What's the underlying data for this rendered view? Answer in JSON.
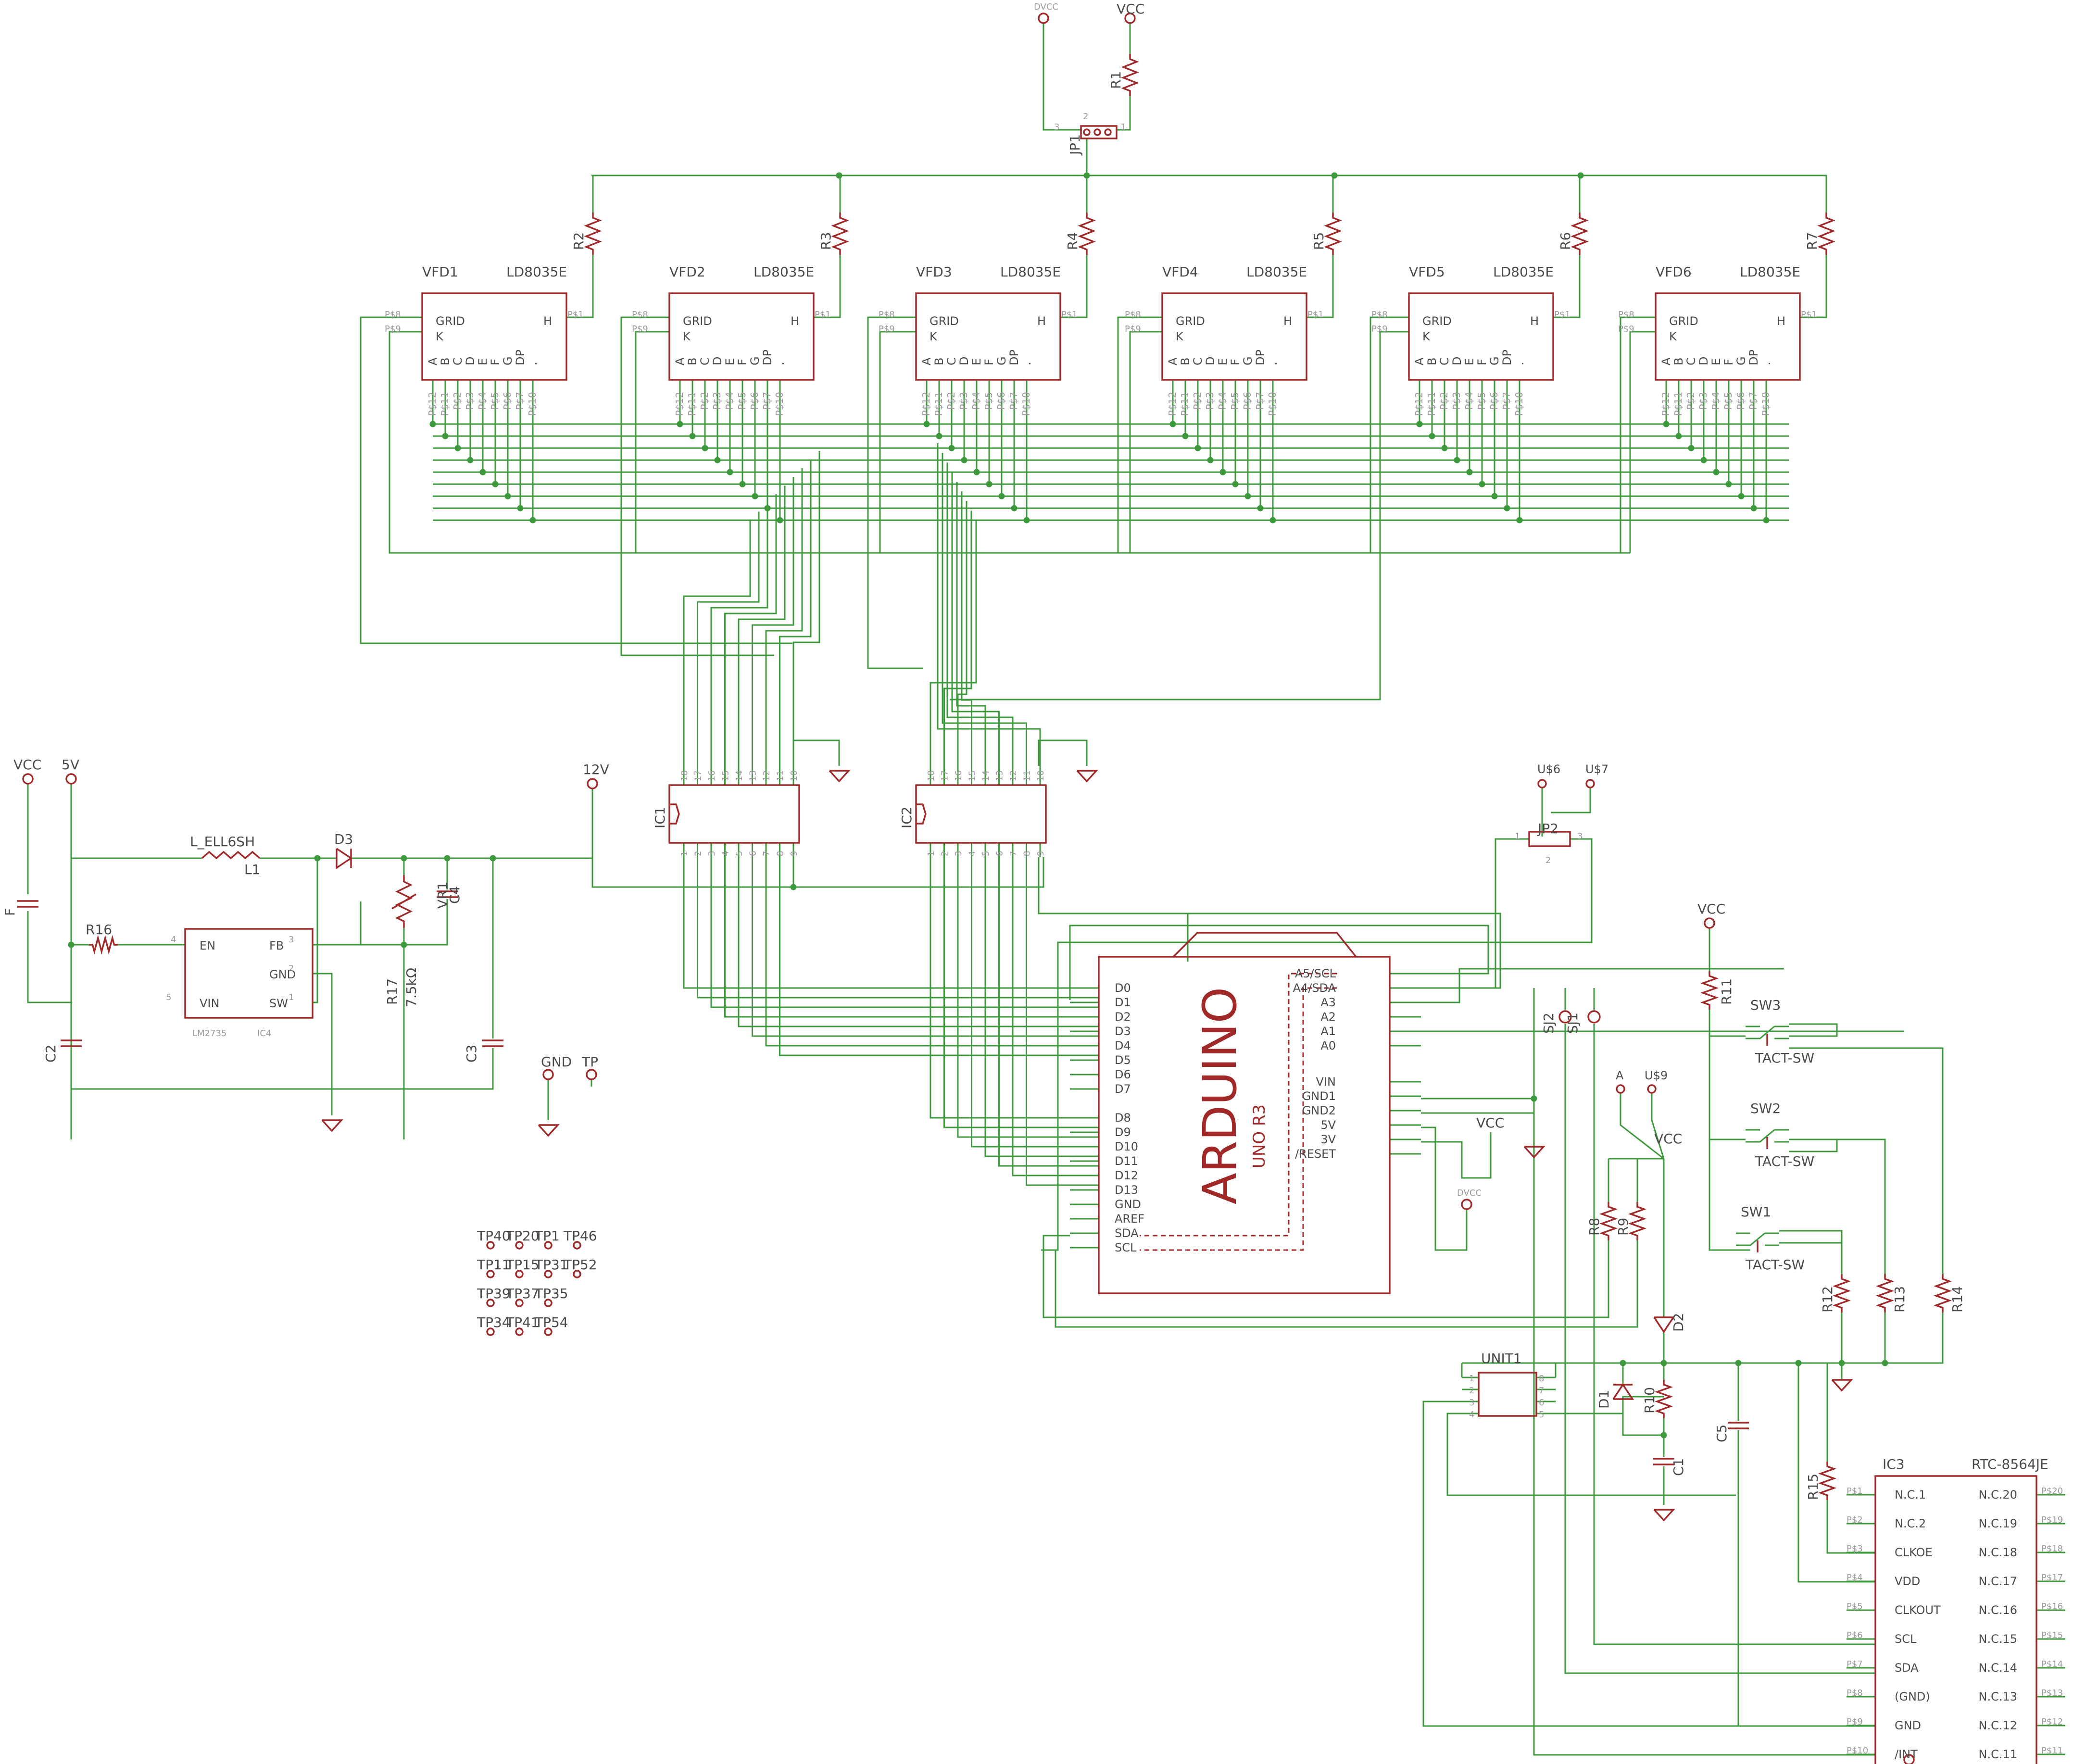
{
  "power": {
    "vcc": "VCC",
    "dvcc": "DVCC",
    "v5": "5V",
    "v12": "12V",
    "gnd": "GND",
    "tp": "TP",
    "vcc_f": "F"
  },
  "jumpers": {
    "jp1": "JP1",
    "jp2": "JP2",
    "jp_pins": [
      "1",
      "2",
      "3"
    ]
  },
  "resistors": [
    "R1",
    "R2",
    "R3",
    "R4",
    "R5",
    "R6",
    "R7",
    "R8",
    "R9",
    "R10",
    "R11",
    "R12",
    "R13",
    "R14",
    "R15",
    "R16",
    "R17"
  ],
  "r17_value": "7.5kΩ",
  "capacitors": [
    "C1",
    "C2",
    "C3",
    "C4",
    "C5"
  ],
  "diodes": [
    "D1",
    "D2",
    "D3"
  ],
  "vr": "VR1",
  "inductor": {
    "name": "L_ELL6SH",
    "ref": "L1"
  },
  "regulator": {
    "name": "LM2735",
    "ref": "IC4",
    "pins": [
      "EN",
      "FB",
      "GND",
      "VIN",
      "SW"
    ],
    "pin_nums": [
      "4",
      "3",
      "2",
      "5",
      "1"
    ]
  },
  "vfd": {
    "names": [
      "VFD1",
      "VFD2",
      "VFD3",
      "VFD4",
      "VFD5",
      "VFD6"
    ],
    "model": "LD8035E",
    "grid": "GRID",
    "k": "K",
    "h": "H",
    "segs": [
      "A",
      "B",
      "C",
      "D",
      "E",
      "F",
      "G",
      "DP",
      "."
    ],
    "top_pins": [
      "P$8",
      "P$9",
      "P$1"
    ],
    "bottom_pins": [
      "P$12",
      "P$11",
      "P$2",
      "P$3",
      "P$4",
      "P$5",
      "P$6",
      "P$7",
      "P$10"
    ]
  },
  "ic1": {
    "ref": "IC1",
    "top": [
      "18",
      "17",
      "16",
      "15",
      "14",
      "13",
      "12",
      "11",
      "10"
    ],
    "bot": [
      "1",
      "2",
      "3",
      "4",
      "5",
      "6",
      "7",
      "8",
      "9"
    ]
  },
  "ic2": {
    "ref": "IC2",
    "top": [
      "18",
      "17",
      "16",
      "15",
      "14",
      "13",
      "12",
      "11",
      "10"
    ],
    "bot": [
      "1",
      "2",
      "3",
      "4",
      "5",
      "6",
      "7",
      "8",
      "9"
    ]
  },
  "arduino": {
    "title": "ARDUINO",
    "sub": "UNO R3",
    "left": [
      "D0",
      "D1",
      "D2",
      "D3",
      "D4",
      "D5",
      "D6",
      "D7",
      "D8",
      "D9",
      "D10",
      "D11",
      "D12",
      "D13",
      "GND",
      "AREF",
      "SDA",
      "SCL"
    ],
    "right": [
      "A5/SCL",
      "A4/SDA",
      "A3",
      "A2",
      "A1",
      "A0",
      "VIN",
      "GND1",
      "GND2",
      "5V",
      "3V",
      "/RESET"
    ]
  },
  "us": [
    "U$6",
    "U$7",
    "U$9",
    "A"
  ],
  "sj": [
    "SJ2",
    "SJ1"
  ],
  "switches": [
    {
      "ref": "SW3",
      "type": "TACT-SW"
    },
    {
      "ref": "SW2",
      "type": "TACT-SW"
    },
    {
      "ref": "SW1",
      "type": "TACT-SW"
    }
  ],
  "unit": {
    "ref": "UNIT1",
    "pins": [
      "1",
      "2",
      "3",
      "4",
      "8",
      "7",
      "6",
      "5"
    ]
  },
  "rtc": {
    "ref": "IC3",
    "model": "RTC-8564JE",
    "left": [
      "N.C.1",
      "N.C.2",
      "CLKOE",
      "VDD",
      "CLKOUT",
      "SCL",
      "SDA",
      "(GND)",
      "GND",
      "/INT"
    ],
    "right": [
      "N.C.20",
      "N.C.19",
      "N.C.18",
      "N.C.17",
      "N.C.16",
      "N.C.15",
      "N.C.14",
      "N.C.13",
      "N.C.12",
      "N.C.11"
    ],
    "lpins": [
      "P$1",
      "P$2",
      "P$3",
      "P$4",
      "P$5",
      "P$6",
      "P$7",
      "P$8",
      "P$9",
      "P$10"
    ],
    "rpins": [
      "P$20",
      "P$19",
      "P$18",
      "P$17",
      "P$16",
      "P$15",
      "P$14",
      "P$13",
      "P$12",
      "P$11"
    ]
  },
  "testpoints": [
    "TP40",
    "TP20",
    "TP1",
    "TP46",
    "TP11",
    "TP15",
    "TP31",
    "TP52",
    "TP39",
    "TP37",
    "TP35",
    "TP34",
    "TP41",
    "TP54"
  ]
}
